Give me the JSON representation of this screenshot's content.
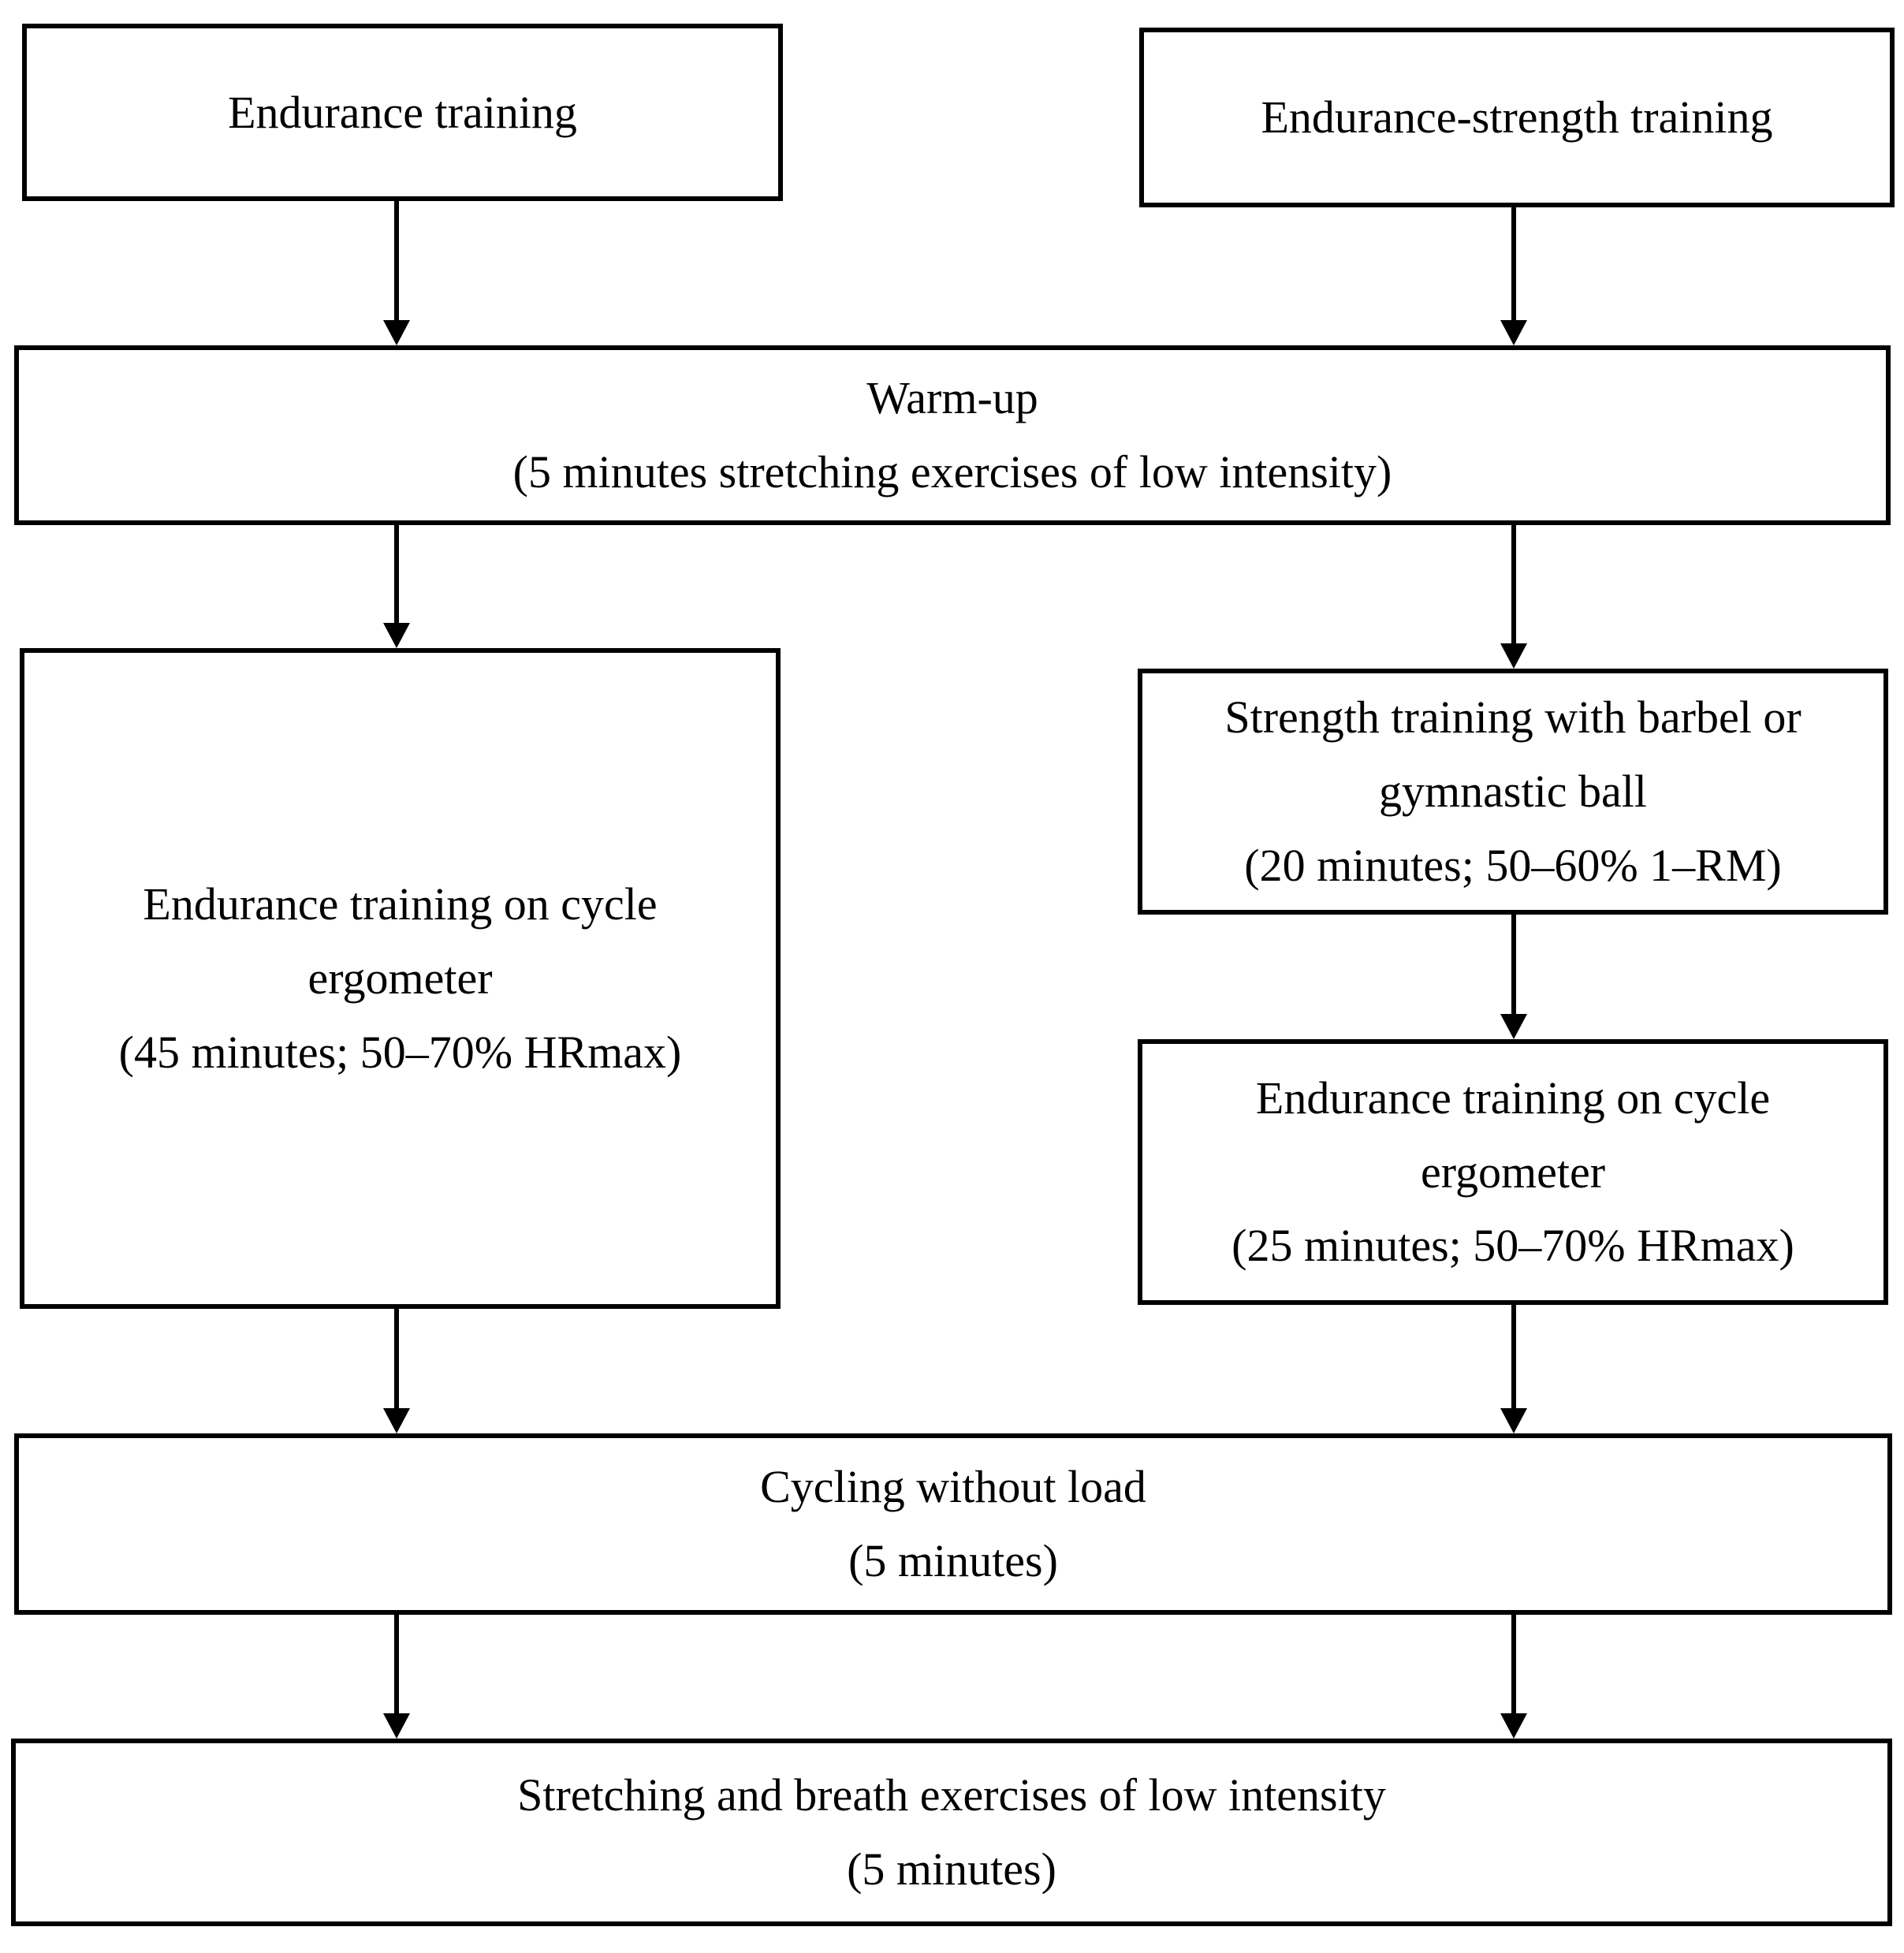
{
  "colors": {
    "background": "#ffffff",
    "box_border": "#000000",
    "text": "#000000",
    "arrow": "#000000"
  },
  "nodes": {
    "endurance_training": {
      "lines": [
        "Endurance training"
      ]
    },
    "endurance_strength_training": {
      "lines": [
        "Endurance-strength training"
      ]
    },
    "warm_up": {
      "lines": [
        "Warm-up",
        "(5 minutes stretching exercises of low intensity)"
      ]
    },
    "endurance_cycle_45": {
      "lines": [
        "Endurance training on cycle",
        "ergometer",
        "(45 minutes; 50–70% HRmax)"
      ]
    },
    "strength_training": {
      "lines": [
        "Strength training with barbel or",
        "gymnastic ball",
        "(20 minutes; 50–60% 1–RM)"
      ]
    },
    "endurance_cycle_25": {
      "lines": [
        "Endurance training on cycle",
        "ergometer",
        "(25 minutes; 50–70% HRmax)"
      ]
    },
    "cycling_without_load": {
      "lines": [
        "Cycling without load",
        "(5 minutes)"
      ]
    },
    "stretching_breath": {
      "lines": [
        "Stretching and breath exercises of low intensity",
        "(5 minutes)"
      ]
    }
  }
}
